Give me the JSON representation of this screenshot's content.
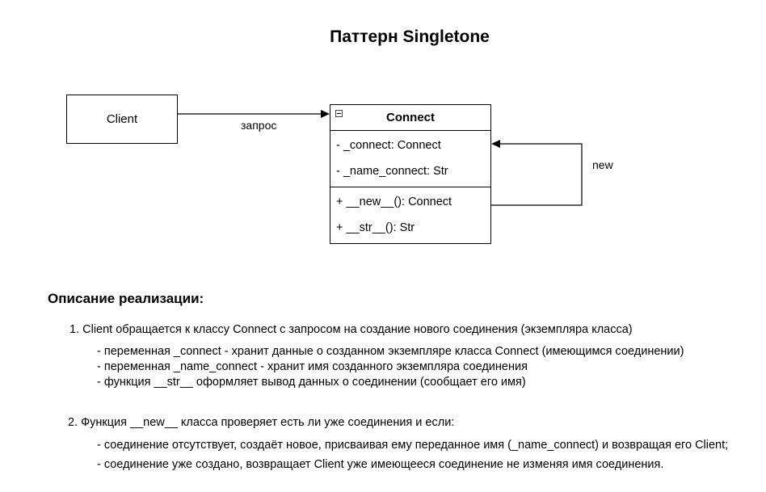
{
  "title": "Паттерн Singletone",
  "diagram": {
    "client": {
      "label": "Client"
    },
    "connect_class": {
      "name": "Connect",
      "attributes": [
        "- _connect: Connect",
        "- _name_connect: Str"
      ],
      "methods": [
        "+ __new__(): Connect",
        "+ __str__(): Str"
      ]
    },
    "edges": {
      "request_label": "запрос",
      "new_label": "new"
    }
  },
  "description": {
    "heading": "Описание реализации:",
    "steps": [
      {
        "text": "1. Client обращается к классу Connect с запросом на создание нового соединения (экземпляра класса)",
        "items": [
          "- переменная _connect - хранит данные о созданном экземпляре класса Connect (имеющимся соединении)",
          "- переменная _name_connect - хранит имя созданного экземпляра соединения",
          " - функция __str__ оформляет вывод данных о соединении (сообщает его имя)"
        ]
      },
      {
        "text": "2. Функция __new__ класса проверяет есть ли уже соединения и если:",
        "items": [
          " - соединение отсутствует, создаёт новое, присваивая ему переданное имя (_name_connect) и возвращая его Client;",
          "- соединение уже создано, возвращает Client уже имеющееся соединение не изменяя имя соединения."
        ]
      }
    ]
  }
}
